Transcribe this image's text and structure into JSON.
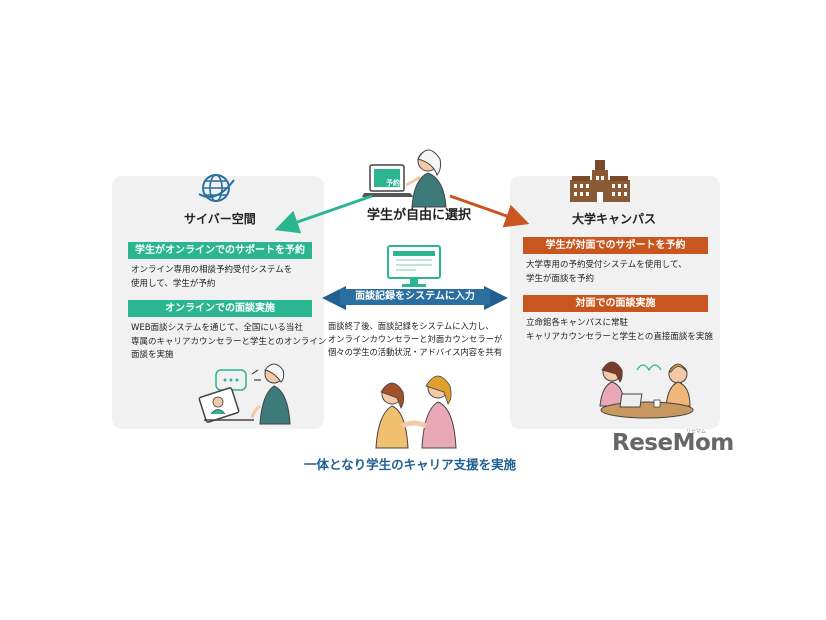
{
  "center": {
    "title": "学生が自由に選択",
    "laptop_screen_label": "予約",
    "record_label": "面談記録をシステムに入力",
    "record_desc": [
      "面談終了後、面談記録をシステムに入力し、",
      "オンラインカウンセラーと対面カウンセラーが",
      "個々の学生の活動状況・アドバイス内容を共有"
    ],
    "bottom_label": "一体となり学生のキャリア支援を実施"
  },
  "left": {
    "title": "サイバー空間",
    "bar1": "学生がオンラインでのサポートを予約",
    "text1": [
      "オンライン専用の相談予約受付システムを",
      "使用して、学生が予約"
    ],
    "bar2": "オンラインでの面談実施",
    "text2": [
      "WEB面談システムを通じて、全国にいる当社",
      "専属のキャリアカウンセラーと学生とのオンライン",
      "面談を実施"
    ]
  },
  "right": {
    "title": "大学キャンパス",
    "bar1": "学生が対面でのサポートを予約",
    "text1": [
      "大学専用の予約受付システムを使用して、",
      "学生が面談を予約"
    ],
    "bar2": "対面での面談実施",
    "text2": [
      "立命館各キャンパスに常駐",
      "キャリアカウンセラーと学生との直接面談を実施"
    ]
  },
  "logo": {
    "text": "ReseMom",
    "ruby": "リセマム"
  },
  "colors": {
    "green": "#2bb591",
    "orange": "#c9561f",
    "blue": "#2a6fa0",
    "panel": "#f1f1f1"
  },
  "icons": [
    "globe-icon",
    "university-building-icon",
    "laptop-icon",
    "monitor-icon",
    "video-call-illustration",
    "meeting-illustration",
    "handshake-illustration"
  ]
}
